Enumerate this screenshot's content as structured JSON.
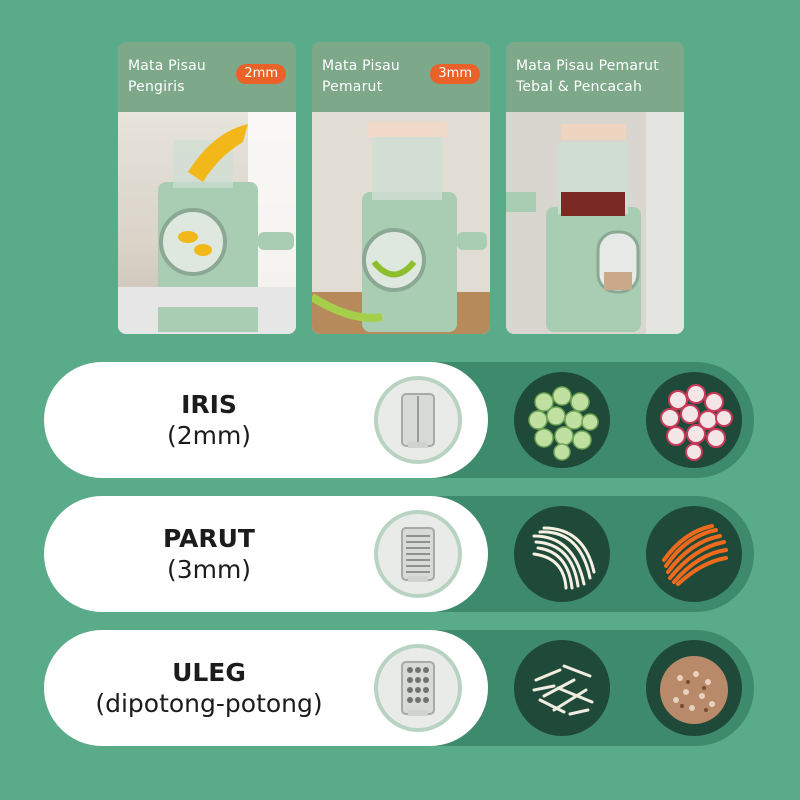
{
  "cards": [
    {
      "title": "Mata Pisau\nPengiris",
      "badge": "2mm"
    },
    {
      "title": "Mata Pisau\nPemarut",
      "badge": "3mm"
    },
    {
      "title": "Mata Pisau Pemarut\nTebal & Pencacah",
      "badge": ""
    }
  ],
  "rows": [
    {
      "main": "IRIS",
      "sub": "(2mm)"
    },
    {
      "main": "PARUT",
      "sub": "(3mm)"
    },
    {
      "main": "ULEG",
      "sub": "(dipotong-potong)"
    }
  ],
  "colors": {
    "background": "#5aab8a",
    "row_dark": "#3d8a6c",
    "badge": "#e9622a",
    "device": "#a9cdb3"
  }
}
